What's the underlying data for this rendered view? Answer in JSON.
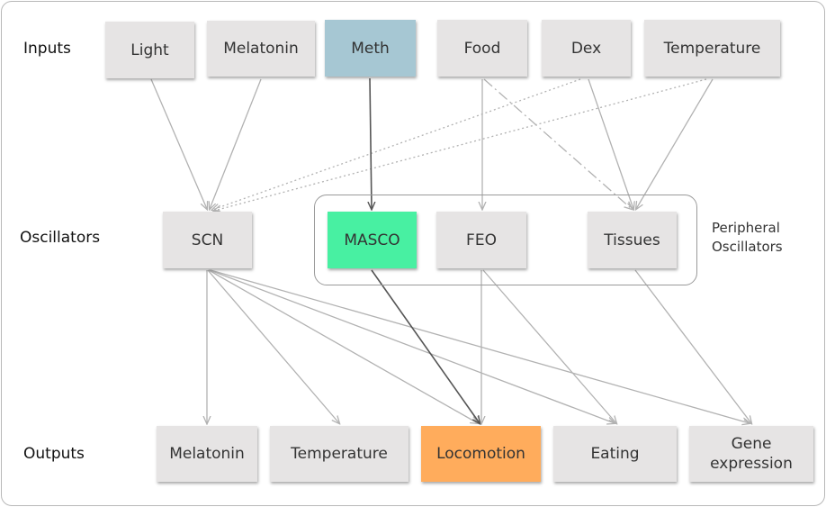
{
  "rows": {
    "inputs": "Inputs",
    "oscillators": "Oscillators",
    "outputs": "Outputs"
  },
  "inputs": {
    "light": "Light",
    "melatonin": "Melatonin",
    "meth": "Meth",
    "food": "Food",
    "dex": "Dex",
    "temperature": "Temperature"
  },
  "oscillators": {
    "scn": "SCN",
    "masco": "MASCO",
    "feo": "FEO",
    "tissues": "Tissues"
  },
  "peripheral_group": {
    "label_line1": "Peripheral",
    "label_line2": "Oscillators"
  },
  "outputs": {
    "melatonin": "Melatonin",
    "temperature": "Temperature",
    "locomotion": "Locomotion",
    "eating": "Eating",
    "gene_expression_line1": "Gene",
    "gene_expression_line2": "expression"
  },
  "colors": {
    "box_default": "#e6e4e4",
    "meth_box": "#a6c7d3",
    "masco_box": "#48f0a2",
    "locomotion_box": "#ffac5c",
    "arrow_light": "#b2b2b2",
    "arrow_dark": "#555555"
  }
}
